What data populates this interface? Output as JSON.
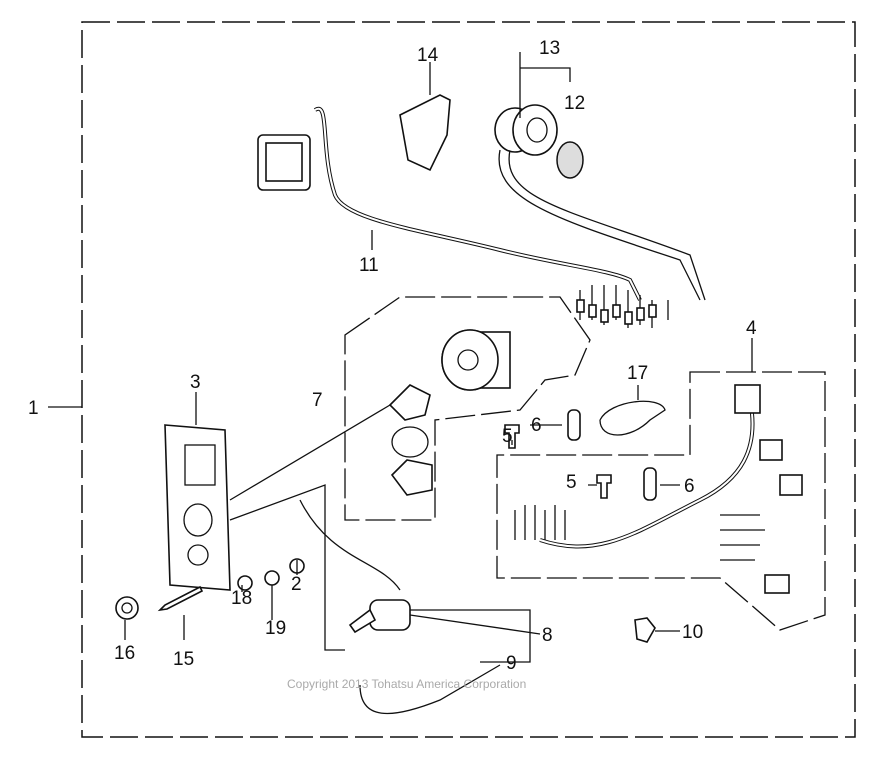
{
  "diagram": {
    "callouts": [
      {
        "id": "1",
        "text": "1"
      },
      {
        "id": "2",
        "text": "2"
      },
      {
        "id": "3",
        "text": "3"
      },
      {
        "id": "4",
        "text": "4"
      },
      {
        "id": "5a",
        "text": "5"
      },
      {
        "id": "5b",
        "text": "5"
      },
      {
        "id": "6a",
        "text": "6"
      },
      {
        "id": "6b",
        "text": "6"
      },
      {
        "id": "7",
        "text": "7"
      },
      {
        "id": "8",
        "text": "8"
      },
      {
        "id": "9",
        "text": "9"
      },
      {
        "id": "10",
        "text": "10"
      },
      {
        "id": "11",
        "text": "11"
      },
      {
        "id": "12",
        "text": "12"
      },
      {
        "id": "13",
        "text": "13"
      },
      {
        "id": "14",
        "text": "14"
      },
      {
        "id": "15",
        "text": "15"
      },
      {
        "id": "16",
        "text": "16"
      },
      {
        "id": "17",
        "text": "17"
      },
      {
        "id": "18",
        "text": "18"
      },
      {
        "id": "19",
        "text": "19"
      }
    ],
    "copyright": "Copyright 2013 Tohatsu America Corporation"
  }
}
